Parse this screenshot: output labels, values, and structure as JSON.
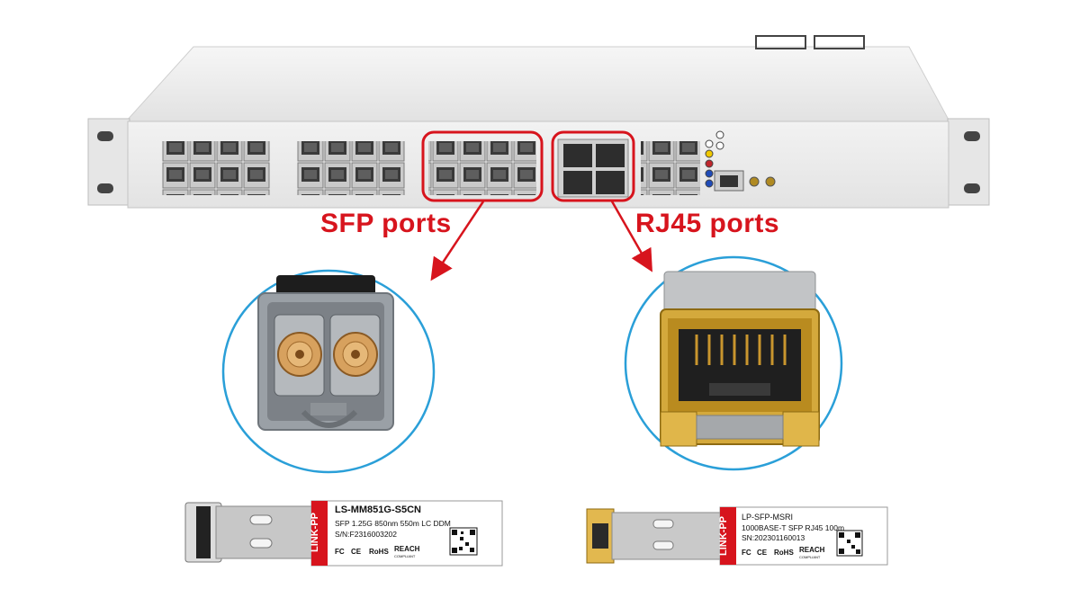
{
  "labels": {
    "sfp_ports": "SFP ports",
    "rj45_ports": "RJ45 ports"
  },
  "modules": {
    "fiber": {
      "brand": "LINK-PP",
      "model": "LS-MM851G-S5CN",
      "spec": "SFP 1.25G 850nm 550m LC DDM",
      "serial": "S/N:F2316003202",
      "certs": [
        "FC",
        "CE",
        "RoHS",
        "REACH"
      ],
      "reach_sub": "COMPLIANT"
    },
    "copper": {
      "brand": "LINK-PP",
      "model": "LP-SFP-MSRI",
      "spec": "1000BASE-T SFP RJ45 100m",
      "serial": "SN:202301160013",
      "certs": [
        "FC",
        "CE",
        "RoHS",
        "REACH"
      ],
      "reach_sub": "COMPLIANT"
    }
  },
  "colors": {
    "highlight": "#d7141d",
    "circle": "#2a9fd8",
    "switch_body": "#ebebeb"
  }
}
